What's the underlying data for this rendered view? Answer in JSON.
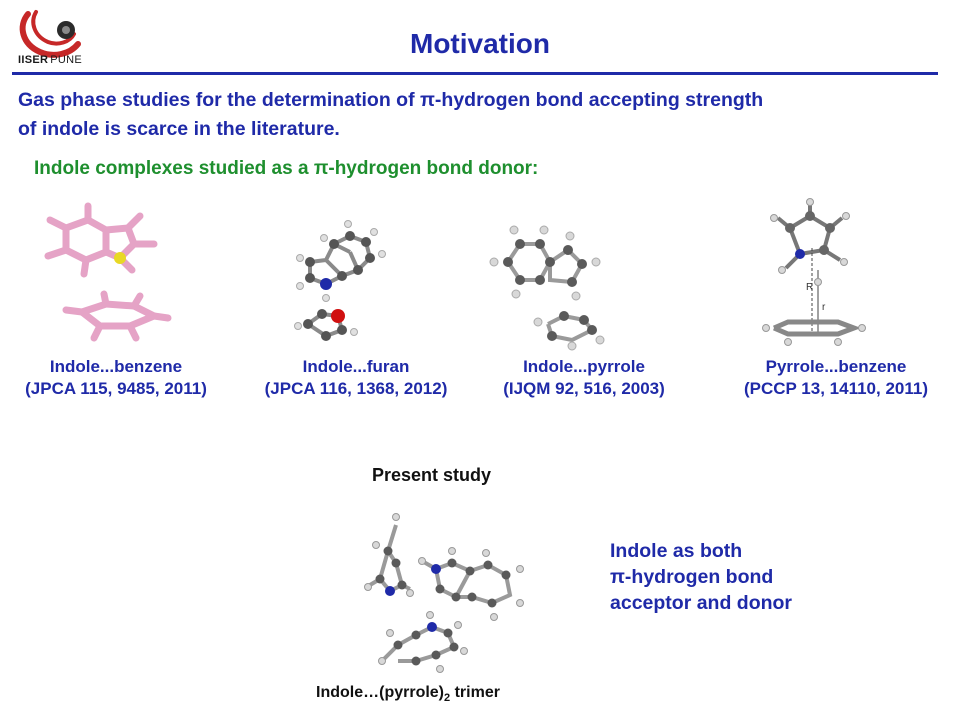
{
  "header": {
    "logo_text_left": "IISER",
    "logo_text_right": "PUNE",
    "title": "Motivation"
  },
  "intro": {
    "line1": "Gas phase studies for the determination of π-hydrogen bond accepting strength",
    "line2": "of indole is scarce in the literature."
  },
  "subheading": "Indole complexes studied as a π-hydrogen bond donor:",
  "complexes": [
    {
      "name": "Indole...benzene",
      "ref": "(JPCA 115, 9485, 2011)"
    },
    {
      "name": "Indole...furan",
      "ref": "(JPCA 116, 1368, 2012)"
    },
    {
      "name": "Indole...pyrrole",
      "ref": "(IJQM 92, 516, 2003)"
    },
    {
      "name": "Pyrrole...benzene",
      "ref": "(PCCP 13, 14110, 2011)"
    }
  ],
  "pyrrole_benzene_labels": {
    "R": "R",
    "r": "r"
  },
  "present_study": {
    "heading": "Present study",
    "description": [
      "Indole as both",
      "π-hydrogen bond",
      "acceptor and donor"
    ],
    "trimer_main": "Indole…(pyrrole)",
    "trimer_sub": "2",
    "trimer_tail": " trimer"
  },
  "colors": {
    "title_blue": "#1f2aa8",
    "green": "#1e8f2e",
    "logo_red": "#c62828"
  }
}
